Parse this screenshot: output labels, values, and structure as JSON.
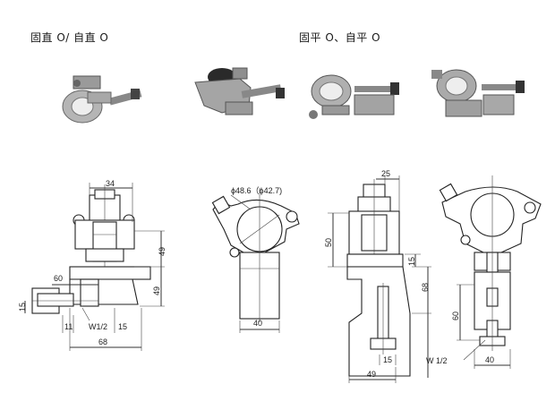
{
  "headings": {
    "fixed_left": "固直 O/ 自直 O",
    "fixed_right": "固平 O、自平 O"
  },
  "photos": [
    {
      "icon": "swivel-clamp-photo"
    },
    {
      "icon": "fixed-clamp-photo"
    },
    {
      "icon": "round-clamp-photo"
    },
    {
      "icon": "round-clamp-angle-photo"
    }
  ],
  "drawing1": {
    "dim_top": "34",
    "dim_right_height": "49",
    "dim_right_lower": "49",
    "dim_left_60": "60",
    "dim_left_15": "15",
    "dim_bottom_11": "11",
    "dim_thread": "W1/2",
    "dim_bottom_15": "15",
    "dim_width": "68"
  },
  "drawing2": {
    "pipe_dia": "ϕ48.6（ϕ42.7)",
    "dim_width": "40"
  },
  "drawing3": {
    "dim_top": "25",
    "dim_left_height": "50",
    "dim_right_15": "15",
    "dim_right_68": "68",
    "dim_bottom_15": "15",
    "dim_width": "49"
  },
  "drawing4": {
    "dim_left_60": "60",
    "dim_thread": "W 1/2",
    "dim_width": "40"
  }
}
